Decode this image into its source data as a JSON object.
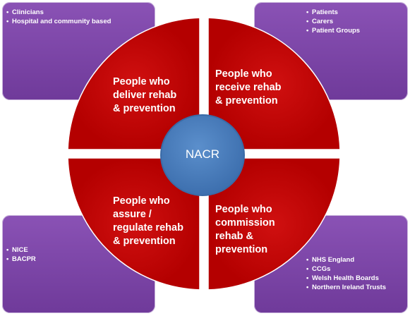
{
  "center": {
    "label": "NACR"
  },
  "quadrants": {
    "top_left": {
      "lines": [
        "People who",
        "deliver rehab",
        "& prevention"
      ]
    },
    "top_right": {
      "lines": [
        "People who",
        "receive rehab",
        "& prevention"
      ]
    },
    "bottom_left": {
      "lines": [
        "People who",
        "assure /",
        "regulate rehab",
        "& prevention"
      ]
    },
    "bottom_right": {
      "lines": [
        "People who",
        "commission",
        "rehab &",
        "prevention"
      ]
    }
  },
  "boxes": {
    "top_left": {
      "items": [
        "Clinicians",
        "Hospital and community based"
      ]
    },
    "top_right": {
      "items": [
        "Patients",
        "Carers",
        "Patient Groups"
      ]
    },
    "bottom_left": {
      "items": [
        "NICE",
        "BACPR"
      ]
    },
    "bottom_right": {
      "items": [
        "NHS England",
        "CCGs",
        "Welsh Health Boards",
        "Northern Ireland Trusts"
      ]
    }
  },
  "colors": {
    "quadrant_red": "#c00000",
    "center_blue": "#4f81bd",
    "box_purple": "#7b46a8"
  }
}
